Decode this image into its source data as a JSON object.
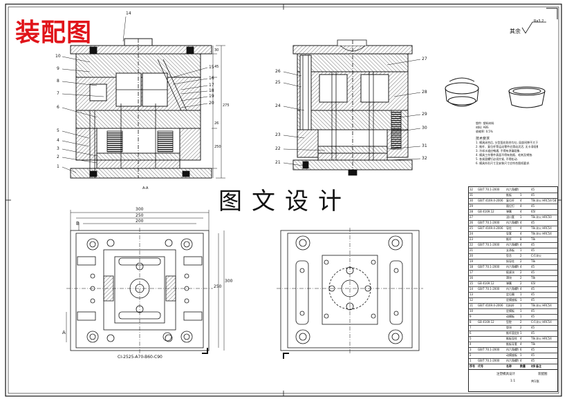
{
  "sheet": {
    "title": "装配图",
    "banner": "图文设计",
    "roughness_label": "其余",
    "roughness_value": "Ra3.2"
  },
  "top_left_section": {
    "callouts_left": [
      "10",
      "9",
      "8",
      "7",
      "6",
      "5",
      "4",
      "3",
      "2",
      "1"
    ],
    "callout_top": "14",
    "callouts_right": [
      "15",
      "16",
      "17",
      "18",
      "19",
      "20"
    ],
    "section_caption": "A-A",
    "dims": [
      "275",
      "250",
      "30",
      "45",
      "26"
    ]
  },
  "top_right_section": {
    "callouts_left": [
      "26",
      "25",
      "24",
      "23",
      "22",
      "21"
    ],
    "callouts_right": [
      "27",
      "28",
      "29",
      "30",
      "31",
      "32"
    ]
  },
  "bottom_left_plan": {
    "dims_top": [
      "300",
      "250",
      "200"
    ],
    "dims_right": [
      "250",
      "300"
    ],
    "marker_b": "B",
    "marker_a": "A",
    "caption": "CI-2525-A70-B60-C90"
  },
  "tech_notes": {
    "material_lines": [
      "塑件: 塑料材料",
      "材料: ABS",
      "收缩率: 0.5%"
    ],
    "requirements_title": "技术要求",
    "requirements": [
      "1. 模具闭合后, 分型面应贴合均匀, 局部间隙不大于0.02mm.",
      "2. 推杆、复位杆等运动零件应滑动灵活, 无卡滞现象, 动作可靠.",
      "3. 冷却水道应畅通, 不得有渗漏现象.",
      "4. 模具工作零件表面不得有划痕、毛刺及锈蚀.",
      "5. 各紧固螺钉必须拧紧, 不得松动.",
      "6. 模具外形尺寸及安装尺寸应符合图纸要求."
    ]
  },
  "bom": {
    "rows": [
      [
        "32",
        "GB/T 70.1-2000",
        "内六角螺钉",
        "",
        "45",
        ""
      ],
      [
        "31",
        "",
        "推板",
        "1",
        "45",
        ""
      ],
      [
        "30",
        "GB/T 4169.4-2006",
        "复位杆",
        "4",
        "T8A",
        "淬火 HRC54-58"
      ],
      [
        "29",
        "",
        "限位钉",
        "4",
        "45",
        ""
      ],
      [
        "28",
        "GB 4169.12",
        "弹簧",
        "4",
        "65Mn",
        ""
      ],
      [
        "27",
        "",
        "浇口套",
        "1",
        "T8A",
        "淬火 HRC50"
      ],
      [
        "26",
        "GB/T 70.1-2000",
        "内六角螺钉",
        "4",
        "45",
        ""
      ],
      [
        "25",
        "GB/T 4169.4-2006",
        "导柱",
        "4",
        "T8A",
        "淬火 HRC54"
      ],
      [
        "24",
        "",
        "导套",
        "4",
        "T8A",
        "淬火 HRC54"
      ],
      [
        "23",
        "",
        "推杆",
        "8",
        "T8A",
        ""
      ],
      [
        "22",
        "GB/T 70.1-2000",
        "内六角螺钉",
        "4",
        "45",
        ""
      ],
      [
        "21",
        "",
        "支承板",
        "1",
        "45",
        ""
      ],
      [
        "20",
        "",
        "型芯",
        "2",
        "Cr12",
        "淬火"
      ],
      [
        "19",
        "",
        "斜导柱",
        "2",
        "T8A",
        ""
      ],
      [
        "18",
        "GB/T 70.1-2000",
        "内六角螺钉",
        "4",
        "45",
        ""
      ],
      [
        "17",
        "",
        "楔紧块",
        "2",
        "45",
        ""
      ],
      [
        "16",
        "",
        "滑块",
        "2",
        "T8A",
        ""
      ],
      [
        "15",
        "GB 4169.12",
        "弹簧",
        "2",
        "65Mn",
        ""
      ],
      [
        "14",
        "GB/T 70.1-2000",
        "内六角螺钉",
        "4",
        "45",
        ""
      ],
      [
        "13",
        "",
        "定位圈",
        "1",
        "45",
        ""
      ],
      [
        "12",
        "",
        "定模座板",
        "1",
        "45",
        ""
      ],
      [
        "11",
        "GB/T 4169.4-2006",
        "拉料杆",
        "1",
        "T8A",
        "淬火 HRC54"
      ],
      [
        "10",
        "",
        "定模板",
        "1",
        "45",
        ""
      ],
      [
        "9",
        "",
        "动模板",
        "1",
        "45",
        ""
      ],
      [
        "8",
        "GB 4169.12",
        "型腔",
        "2",
        "Cr12",
        "淬火 HRC54"
      ],
      [
        "7",
        "",
        "垫块",
        "2",
        "45",
        ""
      ],
      [
        "6",
        "",
        "推杆固定板",
        "1",
        "45",
        ""
      ],
      [
        "5",
        "",
        "推板导柱",
        "4",
        "T8A",
        "淬火 HRC54"
      ],
      [
        "4",
        "",
        "推板导套",
        "4",
        "T8A",
        ""
      ],
      [
        "3",
        "GB/T 70.1-2000",
        "内六角螺钉",
        "6",
        "45",
        ""
      ],
      [
        "2",
        "",
        "动模座板",
        "1",
        "45",
        ""
      ],
      [
        "1",
        "GB/T 70.1-2000",
        "内六角螺钉",
        "4",
        "45",
        ""
      ]
    ],
    "header": [
      "序号",
      "代号",
      "名称",
      "数量",
      "材料",
      "备注"
    ],
    "title_block": {
      "name": "注塑模具设计",
      "drawing": "装配图",
      "scale": "1:1",
      "sheet": "共1张"
    }
  },
  "colors": {
    "title": "#e0141a",
    "line": "#111111",
    "hatch": "#333333"
  }
}
